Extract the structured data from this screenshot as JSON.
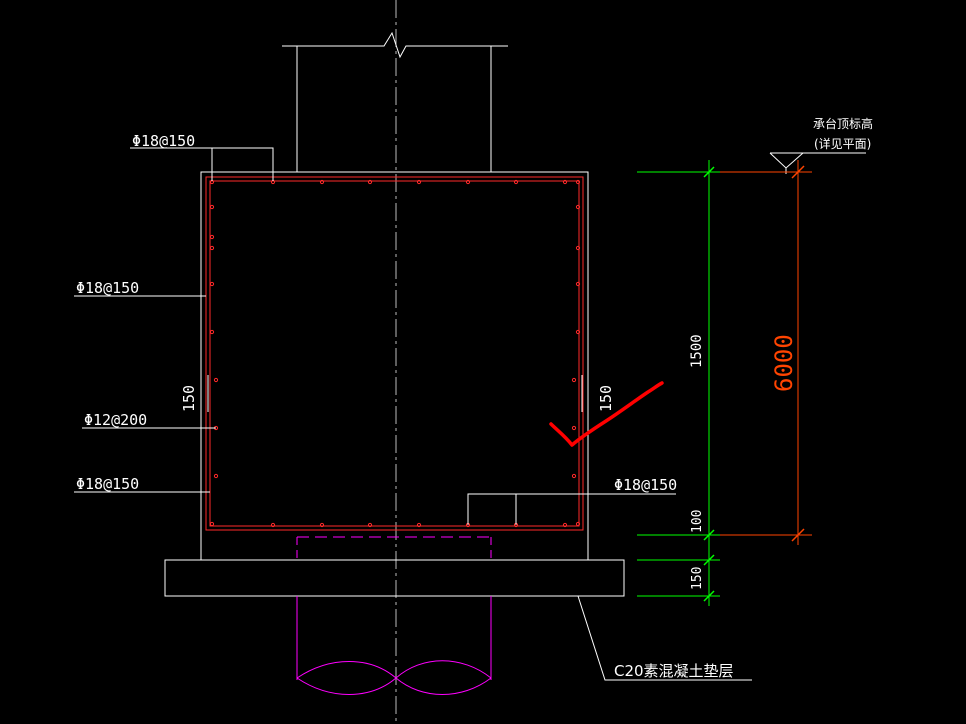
{
  "drawing": {
    "labels": {
      "top_rebar": "Φ18@150",
      "left_side_rebar": "Φ18@150",
      "tie_rebar": "Φ12@200",
      "bottom_left_rebar": "Φ18@150",
      "bottom_right_rebar": "Φ18@150",
      "spacing_left": "150",
      "spacing_right": "150",
      "dim_1500": "1500",
      "dim_100": "100",
      "dim_150": "150",
      "dim_6000": "6000",
      "elevation_line1": "承台顶标高",
      "elevation_line2": "(详见平面)",
      "pad_note": "C20素混凝土垫层"
    },
    "colors": {
      "outline": "#ffffff",
      "rebar": "#ff2a2a",
      "dimension": "#00ff00",
      "pile": "#ff00ff",
      "dimension_orange": "#ff4400",
      "annotation_mark": "#ff0000",
      "text": "#ffffff"
    }
  }
}
